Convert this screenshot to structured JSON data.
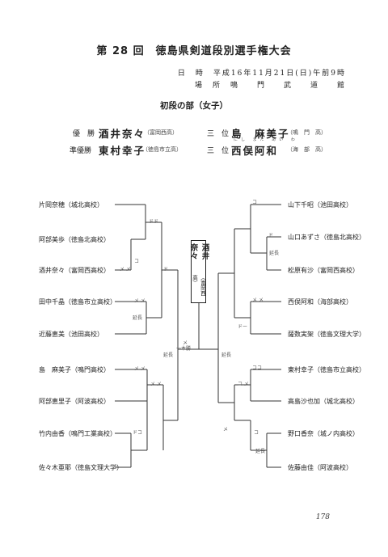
{
  "title": "第 28 回　徳島県剣道段別選手権大会",
  "info": {
    "datetime": "日　時　平成16年11月21日(日)午前9時",
    "venue": "場　所　鳴　　門　　武　　道　　館"
  },
  "section": "初段の部（女子）",
  "results": {
    "first": {
      "label": "優　勝",
      "name": "酒井奈々",
      "school": "（富岡西高）"
    },
    "second": {
      "label": "準優勝",
      "name": "東村幸子",
      "school": "（徳島市立高）"
    },
    "third_a": {
      "label": "三　位",
      "name": "島　麻美子",
      "school": "（鳴　門　高）"
    },
    "third_b": {
      "label": "三　位",
      "name": "西俣阿和",
      "school": "（海　部　高）",
      "ruby": "にし また あい わ"
    }
  },
  "left_players": [
    "片岡奈穂（城北高校）",
    "阿部美歩（徳島北高校）",
    "酒井奈々（富岡西高校）",
    "田中千晶（徳島市立高校）",
    "近藤恵美（池田高校）",
    "島　麻美子（鳴門高校）",
    "阿部恵里子（阿波高校）",
    "竹内由香（鳴門工業高校）",
    "佐々木亜耶（徳島文理大学）"
  ],
  "right_players": [
    "山下千昭（池田高校）",
    "山口あずさ（徳島北高校）",
    "松原有沙（富岡西高校）",
    "西俣阿和（海部高校）",
    "薩数実架（徳島文理大学）",
    "東村幸子（徳島市立高校）",
    "高島沙也加（城北高校）",
    "野口香奈（城ノ内高校）",
    "佐藤由佳（阿波高校）"
  ],
  "bracket_notes": {
    "l1": "ドド",
    "l2": "コ",
    "l3": "メ メ",
    "l4": "ド",
    "l5": "メ メ",
    "l6": "延長",
    "l7": "メ メ",
    "l8": "メ メ",
    "l9": "延長",
    "l10": "ドコ",
    "l11": "メ",
    "center": "一本勝",
    "r1": "コ",
    "r2": "ド",
    "r3": "延長",
    "r4": "メ メ",
    "r5": "ドー",
    "r6": "延長",
    "r7": "ココ",
    "r8": "コ メ",
    "r9": "メ",
    "r10": "コ",
    "r11": "延長"
  },
  "champion": {
    "name": "酒井奈々",
    "school": "（富岡西高）"
  },
  "page_number": "178"
}
